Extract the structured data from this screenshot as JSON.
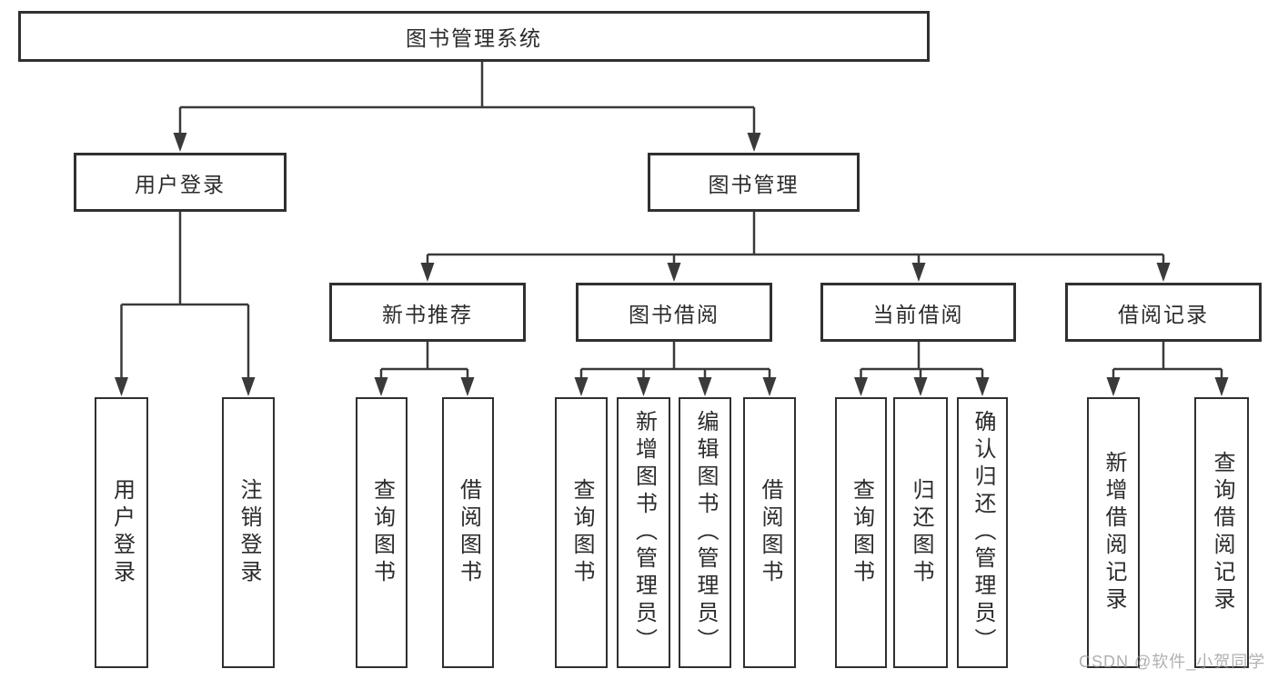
{
  "diagram": {
    "root": "图书管理系统",
    "user_login": {
      "label": "用户登录",
      "children": [
        "用户登录",
        "注销登录"
      ]
    },
    "book_management": {
      "label": "图书管理",
      "modules": [
        {
          "label": "新书推荐",
          "children": [
            "查询图书",
            "借阅图书"
          ]
        },
        {
          "label": "图书借阅",
          "children": [
            "查询图书",
            "新增图书（管理员）",
            "编辑图书（管理员）",
            "借阅图书"
          ]
        },
        {
          "label": "当前借阅",
          "children": [
            "查询图书",
            "归还图书",
            "确认归还（管理员）"
          ]
        },
        {
          "label": "借阅记录",
          "children": [
            "新增借阅记录",
            "查询借阅记录"
          ]
        }
      ]
    }
  },
  "watermark": "CSDN @软件_小贺同学",
  "colors": {
    "line": "#3a3a3a",
    "box_border": "#303030",
    "text": "#2b2b2b",
    "background": "#ffffff"
  }
}
